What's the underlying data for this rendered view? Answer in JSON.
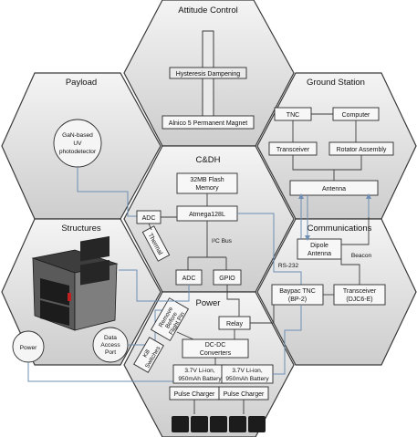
{
  "sections": {
    "attitude_control": {
      "title": "Attitude Control",
      "hysteresis": "Hysteresis Dampening",
      "magnet": "Alnico 5 Permanent Magnet"
    },
    "payload": {
      "title": "Payload",
      "detector": [
        "GaN-based",
        "UV",
        "photodetector"
      ]
    },
    "ground_station": {
      "title": "Ground Station",
      "tnc": "TNC",
      "computer": "Computer",
      "transceiver": "Transceiver",
      "rotator": "Rotator Assembly",
      "antenna": "Antenna"
    },
    "cdh": {
      "title": "C&DH",
      "flash": [
        "32MB Flash",
        "Memory"
      ],
      "mcu": "Atmega128L",
      "adc_left": "ADC",
      "thermal": "Thermal",
      "i2c": "I²C Bus",
      "adc": "ADC",
      "gpio": "GPIO",
      "rs232": "RS-232"
    },
    "structures": {
      "title": "Structures",
      "power": "Power",
      "data_port": [
        "Data",
        "Access",
        "Port"
      ]
    },
    "communications": {
      "title": "Communications",
      "dipole": [
        "Dipole",
        "Antenna"
      ],
      "beacon": "Beacon",
      "baypac": [
        "Baypac TNC",
        "(BP-2)"
      ],
      "transceiver": [
        "Transceiver",
        "(DJC6-E)"
      ]
    },
    "power": {
      "title": "Power",
      "remove_before_flight": [
        "Remove",
        "Before",
        "Flight Pin"
      ],
      "kill_switches": [
        "Kill",
        "Switches"
      ],
      "relay": "Relay",
      "dcdc": [
        "DC-DC",
        "Converters"
      ],
      "battery_left": [
        "3.7V Li-ion,",
        "950mAh Battery"
      ],
      "battery_right": [
        "3.7V Li-ion,",
        "950mAh Battery"
      ],
      "charger_left": "Pulse Charger",
      "charger_right": "Pulse Charger"
    }
  },
  "colors": {
    "hex_fill_top": "#f2f2f2",
    "hex_fill_bottom": "#cfcfcf",
    "wire_blue": "#6f8fb5",
    "solar_cell": "#1c1c1c"
  }
}
